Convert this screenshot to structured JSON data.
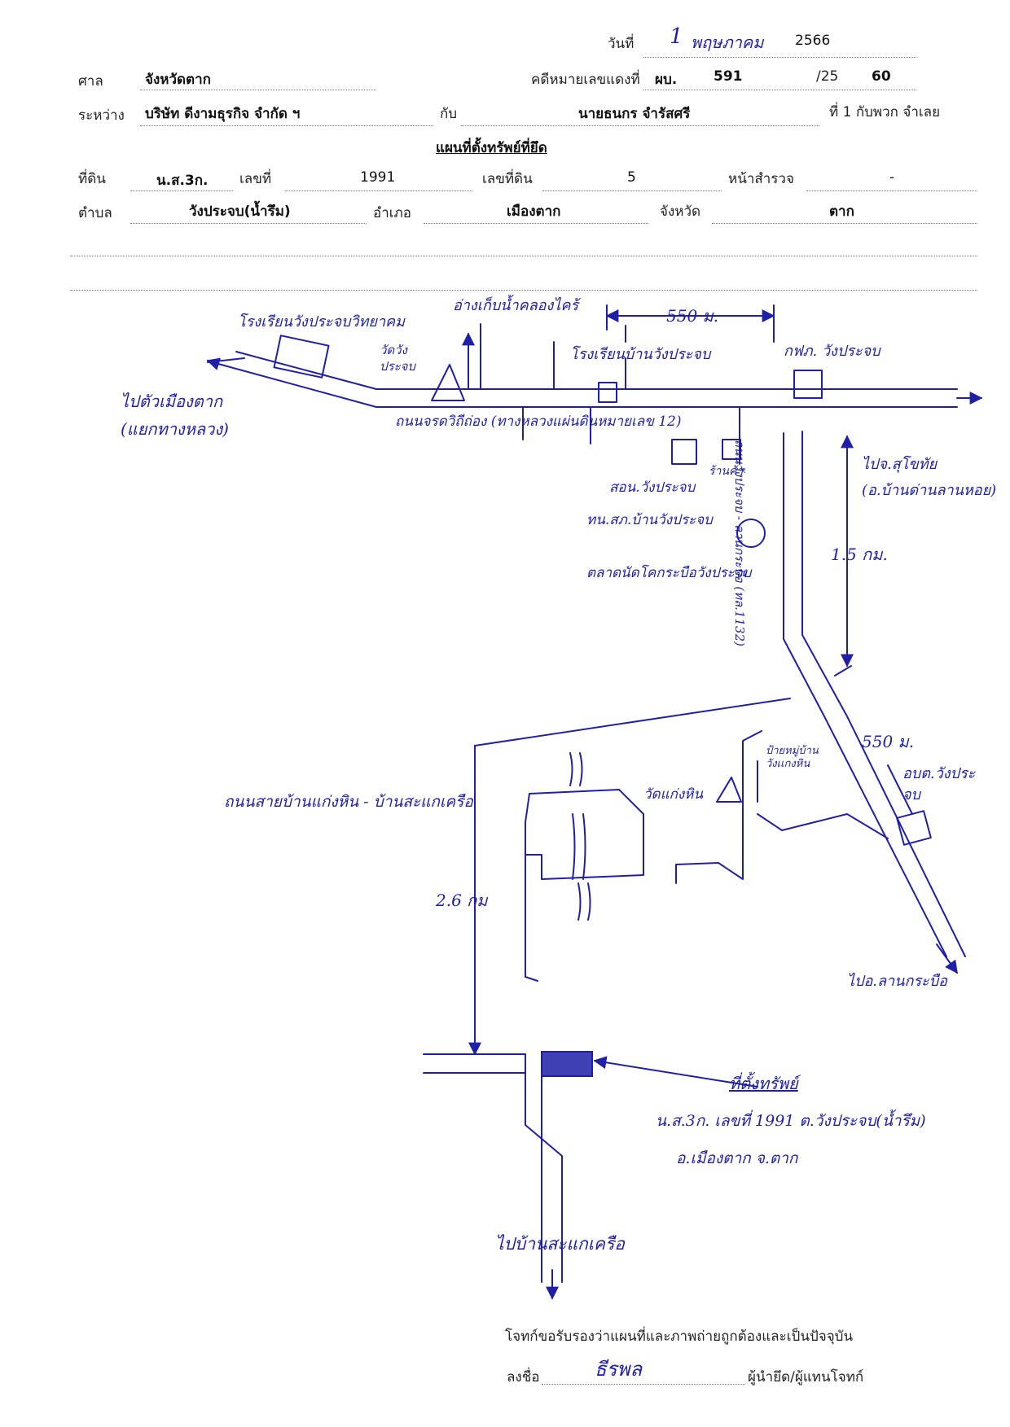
{
  "header": {
    "date_label": "วันที่",
    "date_day": "1",
    "date_month": "พฤษภาคม",
    "date_year": "2566",
    "court_label": "ศาล",
    "court_value": "จังหวัดตาก",
    "case_label": "คดีหมายเลขแดงที่",
    "case_prefix": "ผบ.",
    "case_no": "591",
    "case_sep": "/25",
    "case_year": "60",
    "between_label": "ระหว่าง",
    "plaintiff": "บริษัท ดีงามธุรกิจ จำกัด ฯ",
    "with_label": "กับ",
    "defendant": "นายธนกร จำรัสศรี",
    "defendant_suffix": "ที่ 1 กับพวก  จำเลย",
    "map_title": "แผนที่ตั้งทรัพย์ที่ยึด",
    "land_label": "ที่ดิน",
    "land_type": "น.ส.3ก.",
    "number_label": "เลขที่",
    "number_value": "1991",
    "parcel_label": "เลขที่ดิน",
    "parcel_value": "5",
    "survey_label": "หน้าสำรวจ",
    "survey_value": "-",
    "subdistrict_label": "ตำบล",
    "subdistrict_value": "วังประจบ(น้ำรึม)",
    "district_label": "อำเภอ",
    "district_value": "เมืองตาก",
    "province_label": "จังหวัด",
    "province_value": "ตาก"
  },
  "map": {
    "school_1": "โรงเรียนวังประจบวิทยาคม",
    "temple_1": "วัดวัง\nประจบ",
    "reservoir": "อ่างเก็บน้ำคลองไคร้",
    "school_2": "โรงเรียนบ้านวังประจบ",
    "pea_office": "กฟภ. วังประจบ",
    "dist_550_top": "550 ม.",
    "to_city": "ไปตัวเมืองตาก\n(แยกทางหลวง)",
    "main_road": "ถนนจรดวิถีถ่อง (ทางหลวงแผ่นดินหมายเลข 12)",
    "health_center": "สอน.วังประจบ",
    "retail": "ร้านค้า",
    "police": "ทน.สภ.บ้านวังประจบ",
    "market": "ตลาดนัดโคกระบือวังประจบ",
    "to_sukhothai": "ไปจ.สุโขทัย\n(อ.บ้านด่านลานหอย)",
    "dist_15km": "1.5 กม.",
    "vertical_road": "ถนนวังประจบ - ลานกระบือ (ทล.1132)",
    "village_sign": "ป้ายหมู่บ้าน\nวังเเกงหิน",
    "dist_550_right": "550 ม.",
    "tao_office": "อบต.วังประ\nจบ",
    "side_road": "ถนนสายบ้านแก่งหิน - บ้านสะแกเครือ",
    "temple_2": "วัดแก่งหิน",
    "dist_26km": "2.6 กม",
    "to_lankrabue": "ไปอ.ลานกระบือ",
    "property": "ที่ตั้งทรัพย์",
    "property_detail": "น.ส.3ก. เลขที่ 1991 ต.วังประจบ(น้ำรึม)",
    "property_detail_2": "อ.เมืองตาก  จ.ตาก",
    "to_sakaekhrua": "ไปบ้านสะแกเครือ"
  },
  "footer": {
    "cert_text": "โจทก์ขอรับรองว่าแผนที่และภาพถ่ายถูกต้องและเป็นปัจจุบัน",
    "sign_label": "ลงชื่อ",
    "signature": "ธีรพล",
    "sign_role": "ผู้นำยึด/ผู้แทนโจทก์"
  },
  "colors": {
    "ink": "#1f1fa8",
    "print": "#111111"
  }
}
